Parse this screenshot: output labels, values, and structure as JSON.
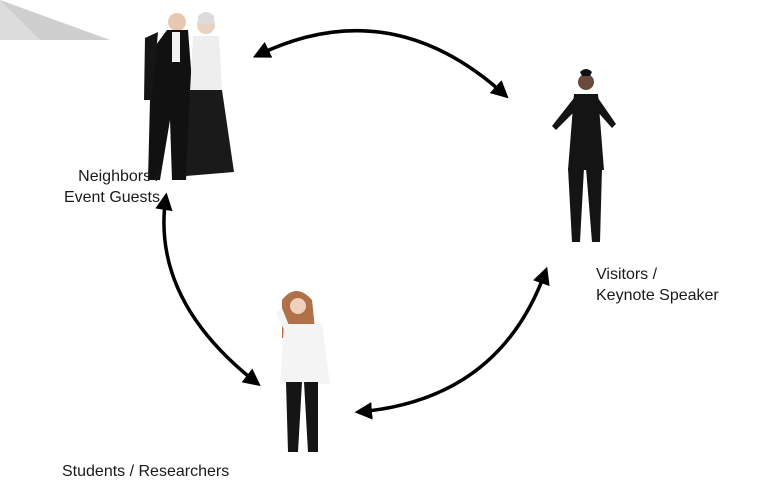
{
  "nodes": {
    "neighbors": {
      "label_line1": "Neighbors /",
      "label_line2": "Event Guests",
      "figure": "elderly-couple-figure"
    },
    "visitors": {
      "label_line1": "Visitors /",
      "label_line2": "Keynote Speaker",
      "figure": "speaker-woman-figure"
    },
    "students": {
      "label": "Students / Researchers",
      "figure": "student-girl-figure"
    }
  },
  "connections": [
    {
      "from": "neighbors",
      "to": "visitors",
      "style": "double-headed-arrow"
    },
    {
      "from": "visitors",
      "to": "students",
      "style": "double-headed-arrow"
    },
    {
      "from": "students",
      "to": "neighbors",
      "style": "double-headed-arrow"
    }
  ],
  "colors": {
    "arrow": "#000000",
    "text": "#1a1a1a",
    "corner_fold": "#d9d9d9"
  }
}
